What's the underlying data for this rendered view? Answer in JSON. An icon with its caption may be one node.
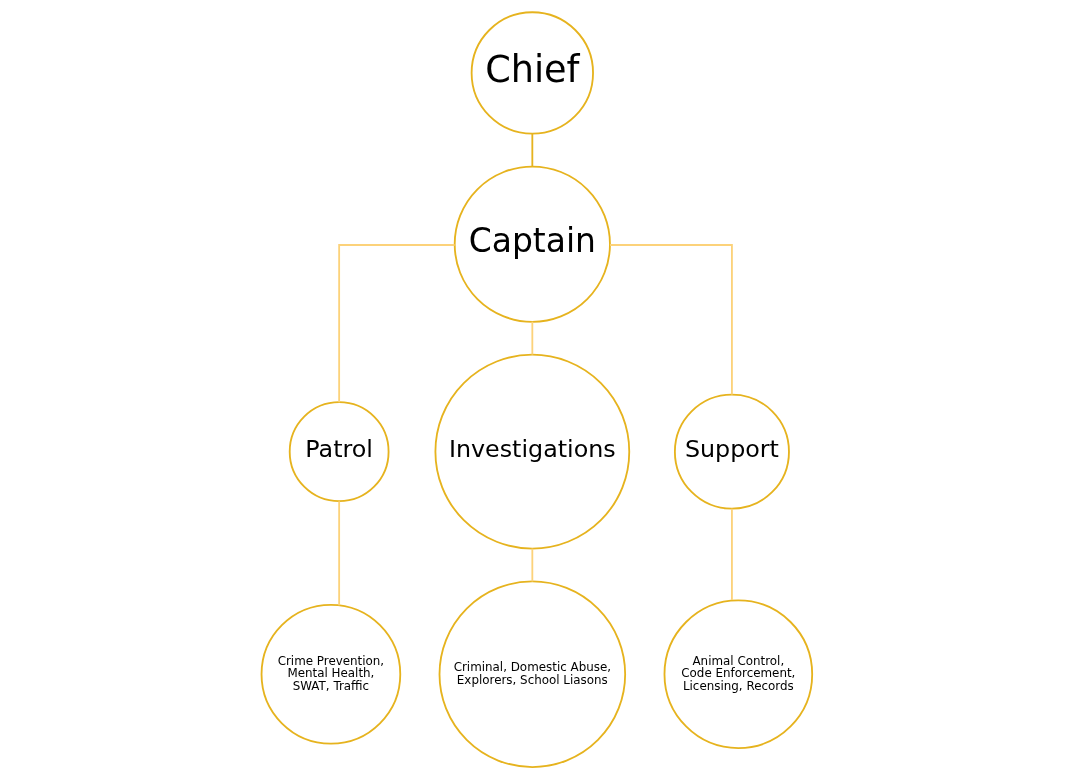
{
  "diagram": {
    "nodes": [
      {
        "text": [
          "Chief"
        ]
      },
      {
        "text": [
          "Captain"
        ]
      },
      {
        "text": [
          "Patrol"
        ]
      },
      {
        "text": [
          "Investigations"
        ]
      },
      {
        "text": [
          "Support"
        ]
      },
      {
        "text": [
          "Crime Prevention, Mental Health, SWAT, Traffic"
        ]
      },
      {
        "text": [
          "Criminal, Domestic Abuse, Explorers, School Liasons"
        ]
      },
      {
        "text": [
          "Animal Control, Code Enforcement, Licensing, Records"
        ]
      }
    ],
    "edges": [
      {
        "from": 0,
        "to": 1,
        "arrow": "none",
        "color": "#e6b31e"
      },
      {
        "from": 1,
        "to": 2,
        "arrow": "none"
      },
      {
        "from": 1,
        "to": 3,
        "arrow": "none"
      },
      {
        "from": 1,
        "to": 4,
        "arrow": "none"
      },
      {
        "from": 2,
        "to": 5,
        "arrow": "none"
      },
      {
        "from": 3,
        "to": 6,
        "arrow": "none"
      },
      {
        "from": 4,
        "to": 7,
        "arrow": "none"
      }
    ]
  }
}
